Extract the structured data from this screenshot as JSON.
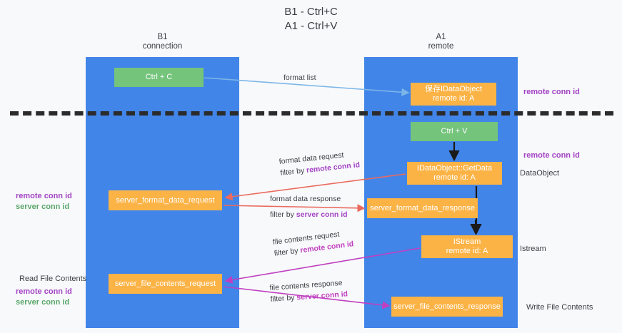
{
  "title": {
    "line1": "B1 - Ctrl+C",
    "line2": "A1 - Ctrl+V"
  },
  "lanes": [
    {
      "name": "B1",
      "role": "connection",
      "color": "#4285e8"
    },
    {
      "name": "A1",
      "role": "remote",
      "color": "#4285e8"
    }
  ],
  "nodes": [
    {
      "id": "ctrl-c",
      "label": "Ctrl + C",
      "sub": "",
      "color": "#74c47c"
    },
    {
      "id": "save-idataobject",
      "label": "保存IDataObject",
      "sub": "remote id: A",
      "color": "#fbb346"
    },
    {
      "id": "ctrl-v",
      "label": "Ctrl + V",
      "sub": "",
      "color": "#74c47c"
    },
    {
      "id": "idataobject-getdata",
      "label": "IDataObject::GetData",
      "sub": "remote id: A",
      "color": "#fbb346"
    },
    {
      "id": "server-format-data-request",
      "label": "server_format_data_request",
      "sub": "",
      "color": "#fbb346"
    },
    {
      "id": "server-format-data-response",
      "label": "server_format_data_response",
      "sub": "",
      "color": "#fbb346"
    },
    {
      "id": "istream",
      "label": "IStream",
      "sub": "remote id: A",
      "color": "#fbb346"
    },
    {
      "id": "server-file-contents-request",
      "label": "server_file_contents_request",
      "sub": "",
      "color": "#fbb346"
    },
    {
      "id": "server-file-contents-response",
      "label": "server_file_contents_response",
      "sub": "",
      "color": "#fbb346"
    }
  ],
  "edges": [
    {
      "id": "format-list",
      "line1": "format list",
      "line2_prefix": "",
      "line2_hl": ""
    },
    {
      "id": "format-data-request",
      "line1": "format data request",
      "line2_prefix": "filter by ",
      "line2_hl": "remote conn id"
    },
    {
      "id": "format-data-response",
      "line1": "format data response",
      "line2_prefix": "filter by ",
      "line2_hl": "server conn id"
    },
    {
      "id": "file-contents-request",
      "line1": "file contents request",
      "line2_prefix": "filter by ",
      "line2_hl": "remote conn id"
    },
    {
      "id": "file-contents-response",
      "line1": "file contents response",
      "line2_prefix": "filter by ",
      "line2_hl": "server conn id"
    }
  ],
  "annotations": {
    "right_top_remote": "remote conn id",
    "right_mid_remote": "remote conn id",
    "right_dataobject": "DataObject",
    "right_istream": "Istream",
    "right_write_file": "Write File Contents",
    "left_remote_conn": "remote conn id",
    "left_server_conn": "server conn id",
    "left_read_file": "Read File Contents",
    "left_remote_conn_2": "remote conn id",
    "left_server_conn_2": "server conn id"
  },
  "colors": {
    "lane": "#4285e8",
    "green_node": "#74c47c",
    "orange_node": "#fbb346",
    "purple_text": "#a343c4",
    "green_text": "#5aa76a",
    "red_arrow": "#ea6a5e",
    "magenta_arrow": "#c03fc0",
    "blue_arrow": "#7cb6e8",
    "black_arrow": "#1a1a1a",
    "divider": "#2b2b2b"
  }
}
